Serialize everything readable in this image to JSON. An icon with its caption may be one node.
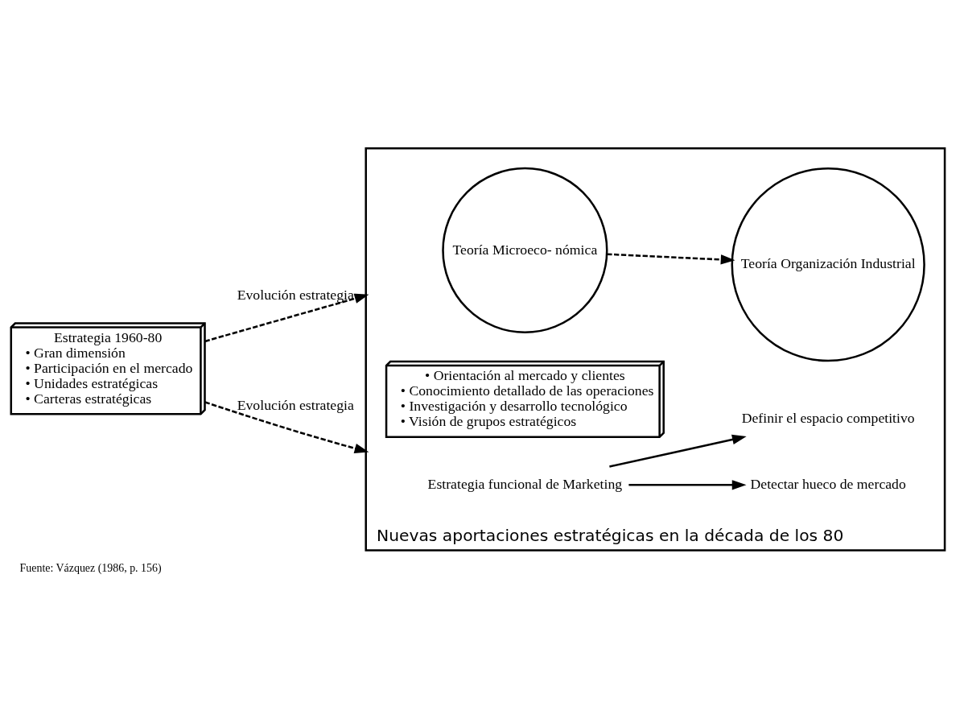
{
  "diagram": {
    "caption": "Fuente: Vázquez (1986, p. 156)",
    "nodes": [
      {
        "text": [
          "Estrategia 1960-80",
          "• Gran dimensión",
          "• Participación en el mercado",
          "• Unidades estratégicas",
          "• Carteras estratégicas"
        ]
      },
      {
        "text": [
          "Nuevas aportaciones estratégicas en la década de los 80"
        ]
      },
      {
        "text": [
          "Teoría Microeco- nómica"
        ],
        "in": 1
      },
      {
        "text": [
          "• Orientación al mercado y clientes",
          "• Conocimiento detallado de las operaciones",
          "• Investigación y desarrollo tecnológico",
          "• Visión de grupos estratégicos"
        ],
        "in": 1
      },
      {
        "text": [
          "Teoría Organización Industrial"
        ],
        "in": 1
      },
      {
        "text": [
          "Estrategia funcional de Marketing"
        ],
        "in": 1
      },
      {
        "text": [
          "Detectar hueco de mercado"
        ],
        "in": 1
      },
      {
        "text": [
          "Definir el espacio competitivo"
        ],
        "in": 1
      }
    ],
    "edges": [
      {
        "from": 0,
        "to": 1,
        "arrow": "to",
        "style": "dashed",
        "label": "Evolución estrategia"
      },
      {
        "from": 0,
        "to": 1,
        "arrow": "to",
        "style": "dashed",
        "label": "Evolución estrategia"
      },
      {
        "from": 2,
        "to": 4,
        "arrow": "to",
        "style": "dashed"
      },
      {
        "from": 5,
        "to": 6,
        "arrow": "to"
      },
      {
        "from": 5,
        "to": 7,
        "arrow": "to"
      }
    ]
  }
}
